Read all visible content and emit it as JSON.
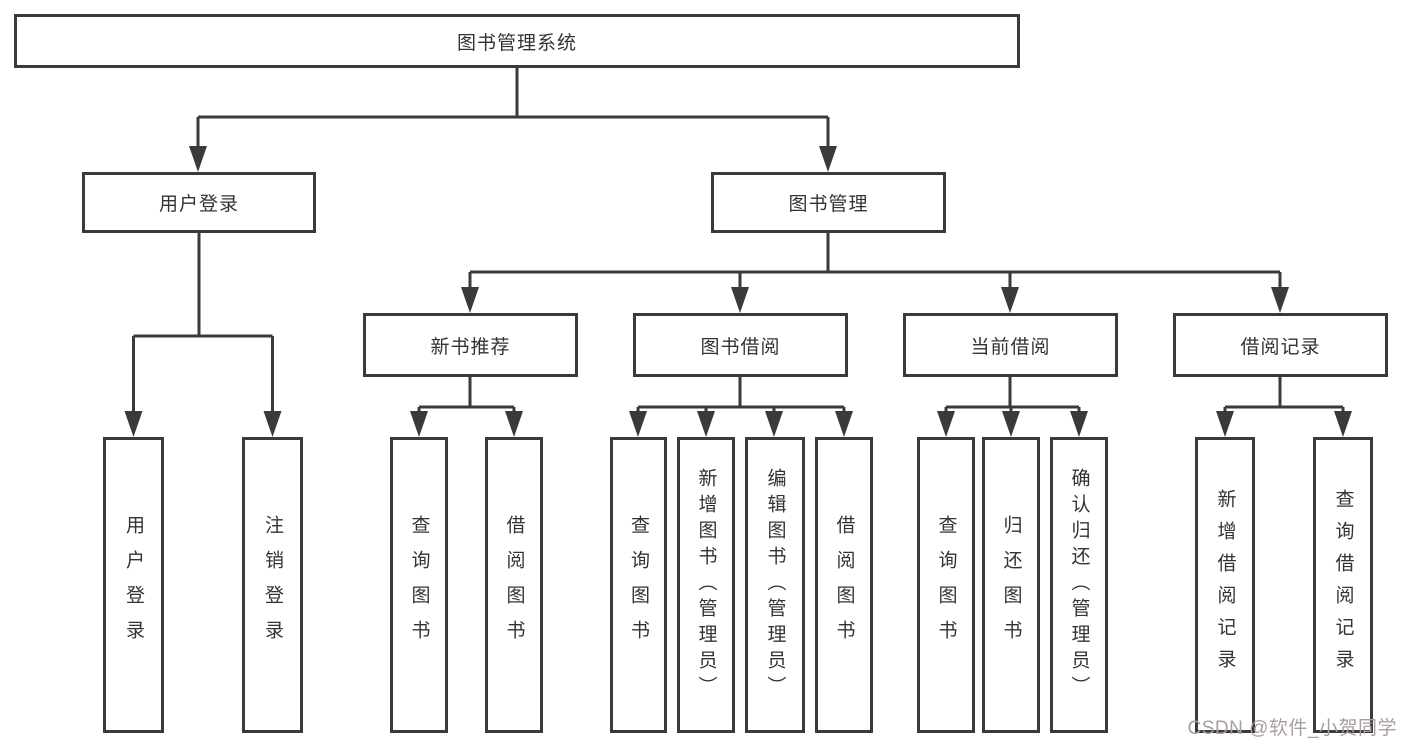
{
  "nodes": {
    "root": {
      "label": "图书管理系统"
    },
    "user_login": {
      "label": "用户登录"
    },
    "book_management": {
      "label": "图书管理"
    },
    "new_book_recommend": {
      "label": "新书推荐"
    },
    "book_borrow": {
      "label": "图书借阅"
    },
    "current_borrow": {
      "label": "当前借阅"
    },
    "borrow_record": {
      "label": "借阅记录"
    }
  },
  "leaves": {
    "user_login": [
      "用户登录",
      "注销登录"
    ],
    "new_book_recommend": [
      "查询图书",
      "借阅图书"
    ],
    "book_borrow": [
      "查询图书",
      "新增图书（管理员）",
      "编辑图书（管理员）",
      "借阅图书"
    ],
    "current_borrow": [
      "查询图书",
      "归还图书",
      "确认归还（管理员）"
    ],
    "borrow_record": [
      "新增借阅记录",
      "查询借阅记录"
    ]
  },
  "colors": {
    "line": "#3a3a3a",
    "box_border": "#3a3a3a",
    "text": "#333333",
    "background": "#ffffff",
    "watermark": "#a89e9e"
  },
  "watermark": {
    "label": "CSDN @软件_小贺同学"
  }
}
